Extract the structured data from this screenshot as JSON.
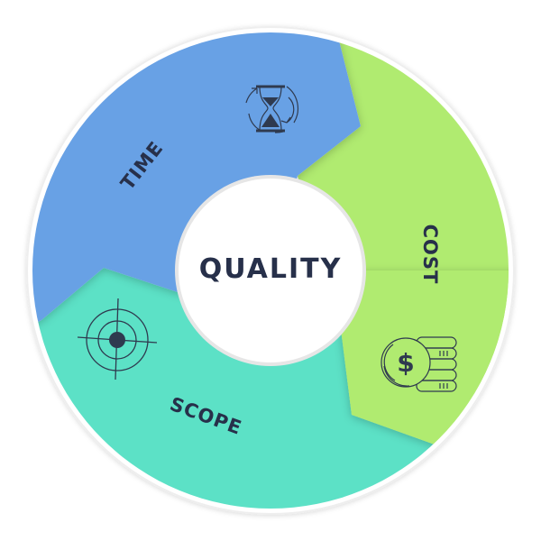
{
  "diagram": {
    "center": {
      "label": "QUALITY"
    },
    "segments": [
      {
        "id": "time",
        "label": "TIME",
        "icon": "hourglass-refresh-icon",
        "color": "#67a1e5"
      },
      {
        "id": "cost",
        "label": "COST",
        "icon": "dollar-coins-icon",
        "color": "#b0eb70"
      },
      {
        "id": "scope",
        "label": "SCOPE",
        "icon": "target-crosshair-icon",
        "color": "#5ce1c6"
      }
    ],
    "colors": {
      "text": "#27304a",
      "ring_border": "#f1f1f1",
      "center_fill": "#ffffff"
    }
  }
}
